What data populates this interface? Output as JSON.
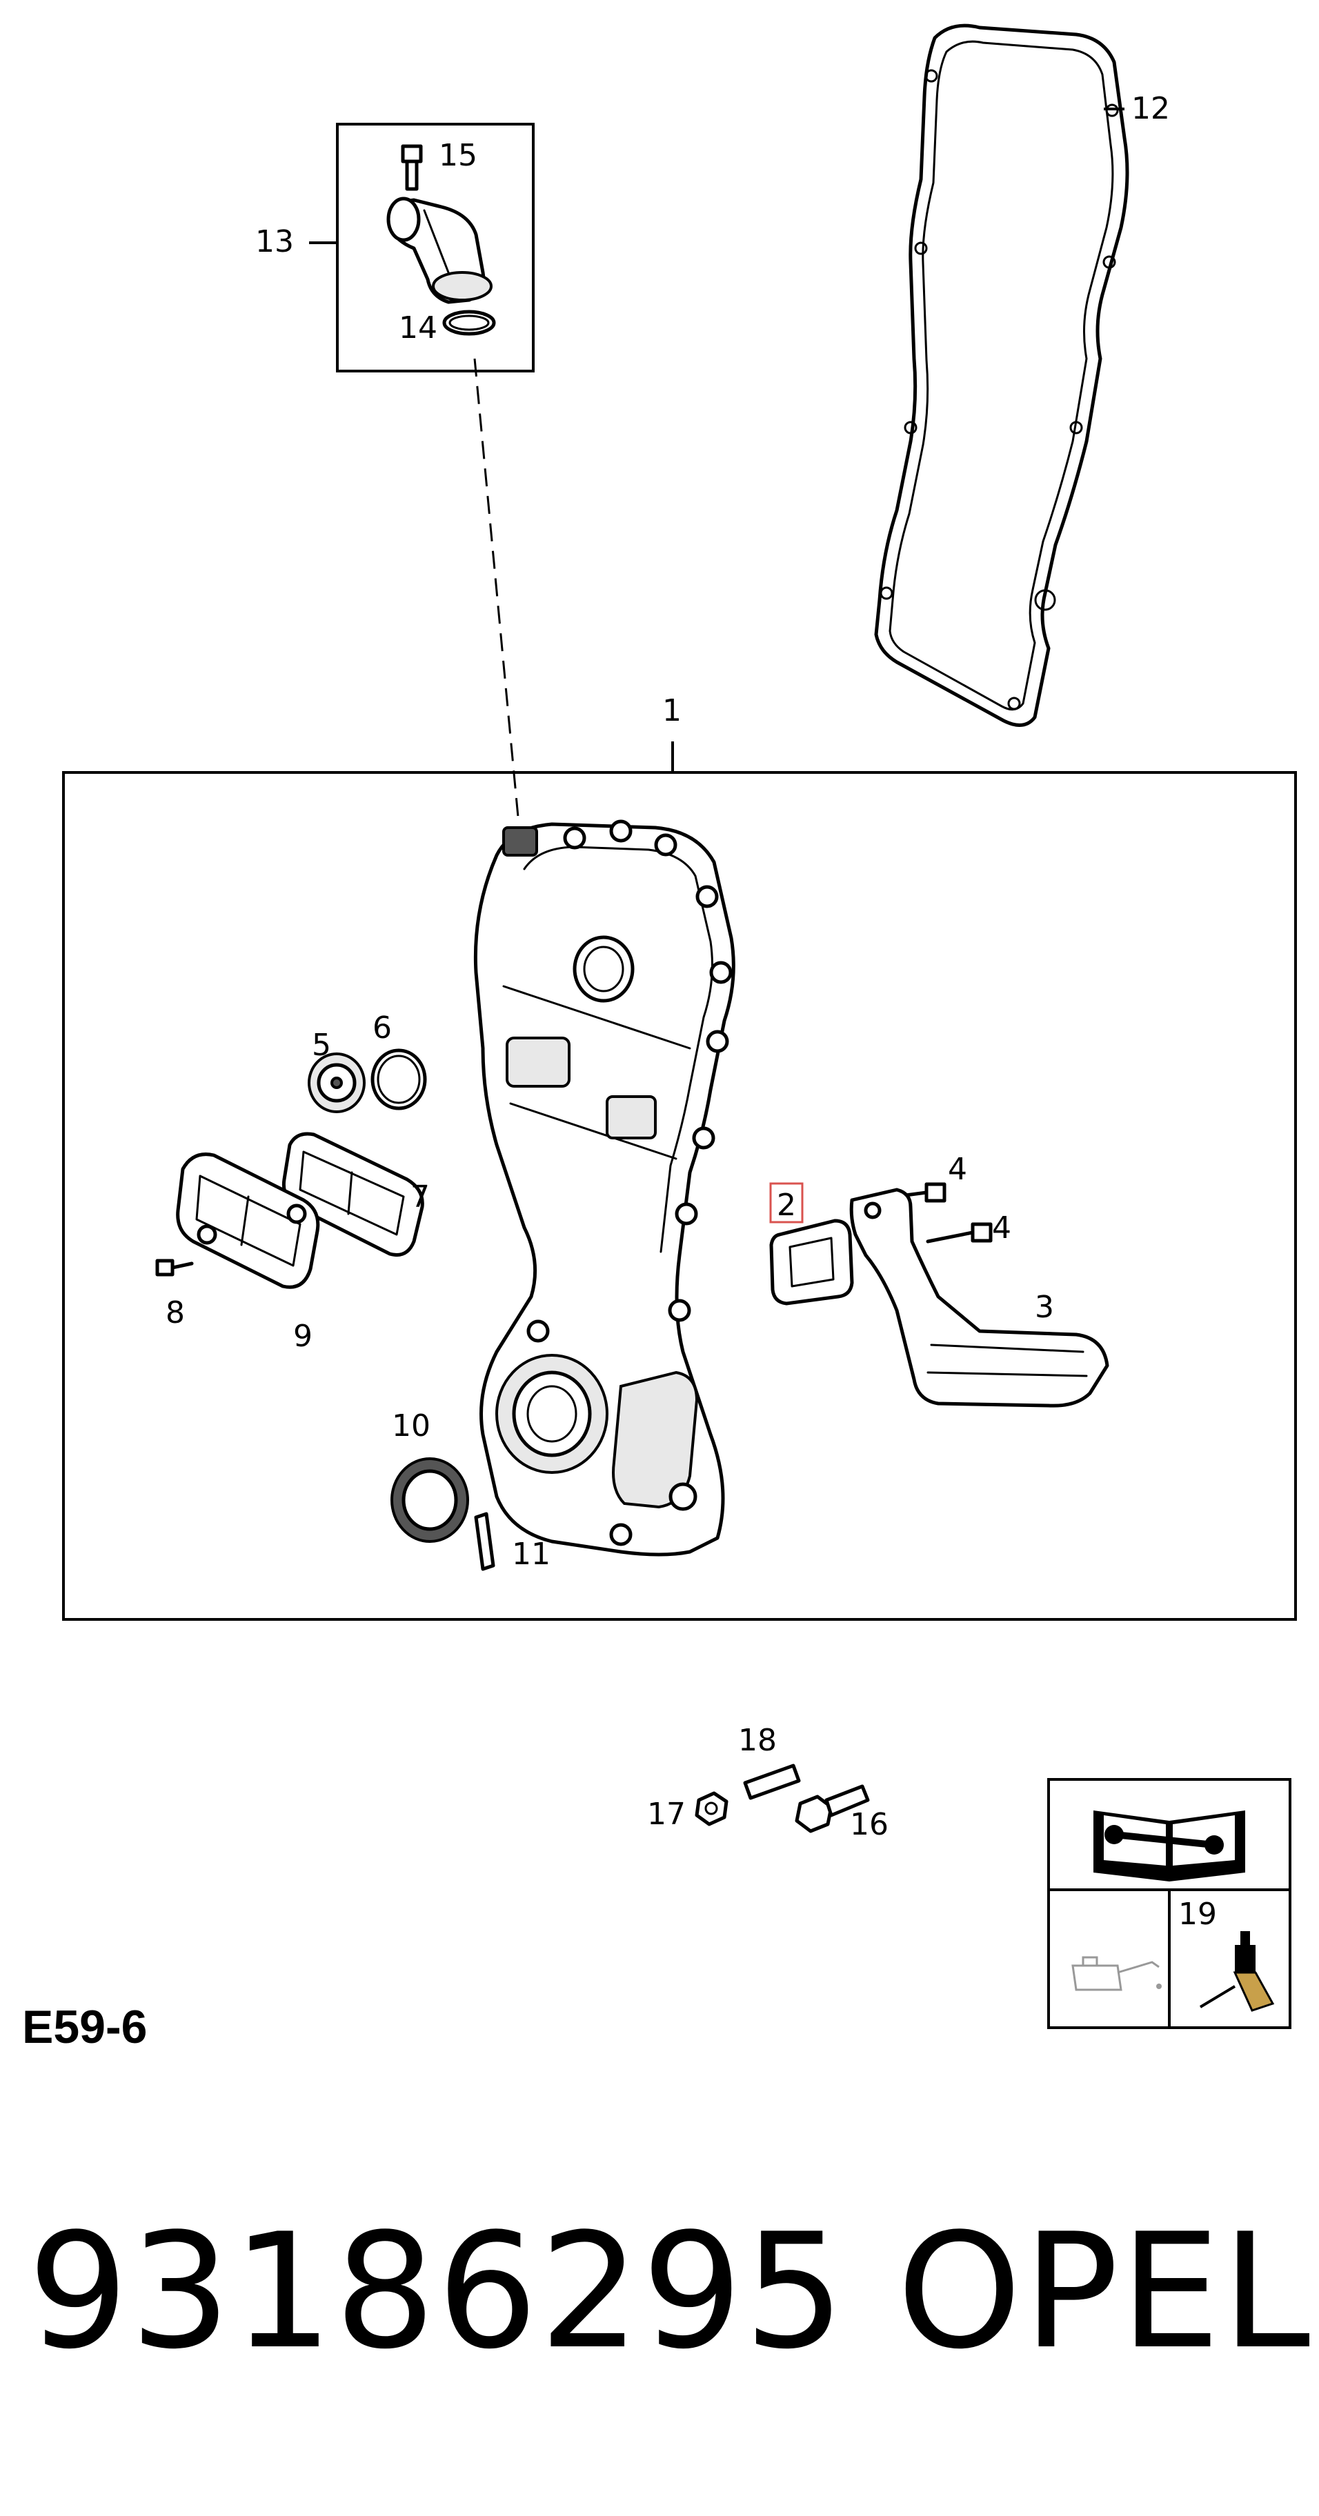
{
  "callouts": {
    "c1": "1",
    "c2": "2",
    "c3": "3",
    "c4a": "4",
    "c4b": "4",
    "c5": "5",
    "c6": "6",
    "c7": "7",
    "c8": "8",
    "c9": "9",
    "c10": "10",
    "c11": "11",
    "c12": "12",
    "c13": "13",
    "c14": "14",
    "c15": "15",
    "c16": "16",
    "c17": "17",
    "c18": "18",
    "c19": "19"
  },
  "section_code": "E59-6",
  "part_number": "93186295",
  "brand": "OPEL",
  "highlight_color": "#d9534f",
  "icons": [
    "service-manual-icon",
    "oil-can-icon",
    "sealant-bottle-icon"
  ]
}
